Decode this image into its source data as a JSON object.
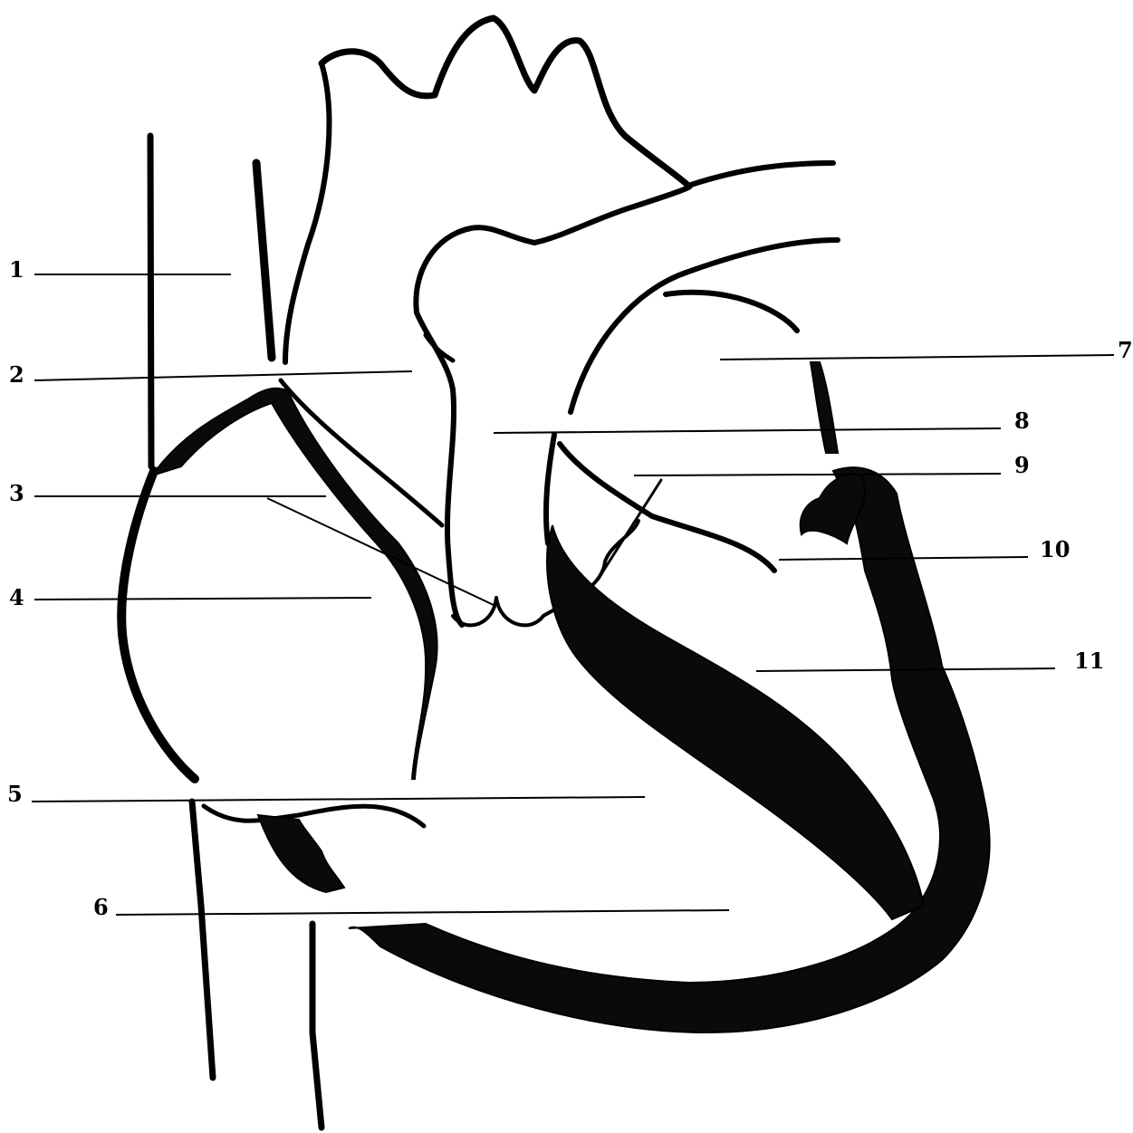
{
  "labels": {
    "l1": "1",
    "l2": "2",
    "l3": "3",
    "l4": "4",
    "l5": "5",
    "l6": "6",
    "l7": "7",
    "l8": "8",
    "l9": "9",
    "l10": "10",
    "l11": "11"
  },
  "colors": {
    "ink": "#000000",
    "background": "#ffffff"
  }
}
